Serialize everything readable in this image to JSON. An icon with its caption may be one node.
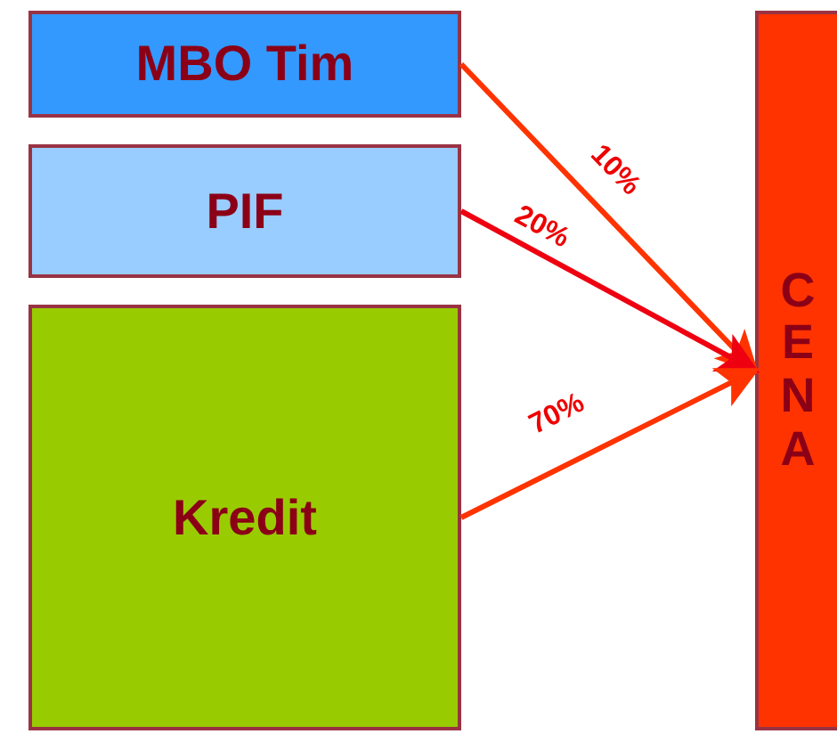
{
  "diagram": {
    "nodes": [
      {
        "text": [
          "MBO Tim"
        ]
      },
      {
        "text": [
          "PIF"
        ]
      },
      {
        "text": [
          "Kredit"
        ]
      },
      {
        "text": [
          "CENA"
        ]
      }
    ],
    "edges": [
      {
        "from": 0,
        "to": 3,
        "arrow": "to",
        "label": "10%"
      },
      {
        "from": 1,
        "to": 3,
        "arrow": "to",
        "label": "20%",
        "color": "#ee0011"
      },
      {
        "from": 2,
        "to": 3,
        "arrow": "to",
        "label": "70%"
      }
    ]
  }
}
